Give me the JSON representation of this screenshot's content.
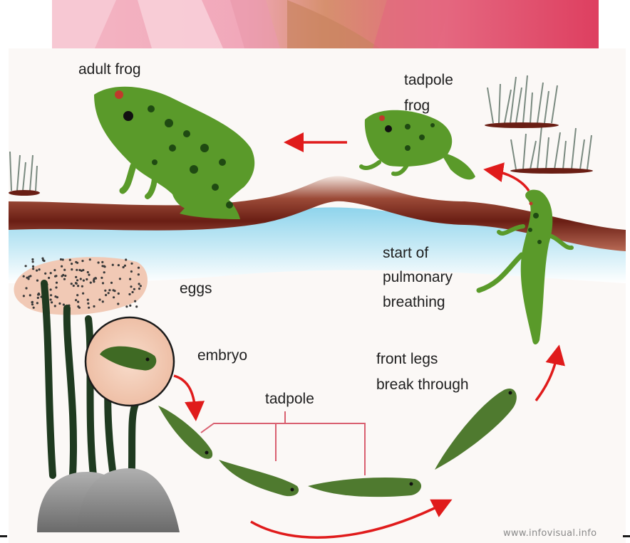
{
  "labels": {
    "adult_frog": "adult frog",
    "tadpole_frog_line1": "tadpole",
    "tadpole_frog_line2": "frog",
    "eggs": "eggs",
    "start_line1": "start of",
    "start_line2": "pulmonary",
    "start_line3": "breathing",
    "embryo": "embryo",
    "front_legs_line1": "front legs",
    "front_legs_line2": "break through",
    "tadpole": "tadpole"
  },
  "watermark": "www.infovisual.info",
  "colors": {
    "frog_green": "#5a9a2a",
    "frog_spots": "#1f4a12",
    "tadpole_green": "#557a35",
    "arrow_red": "#e01b1b",
    "bracket_red": "#d96070",
    "water_blue": "#a8dcef",
    "soil_brown": "#6b2418",
    "egg_pink": "#f1c9b5",
    "rock_gray": "#8d8d8d"
  }
}
